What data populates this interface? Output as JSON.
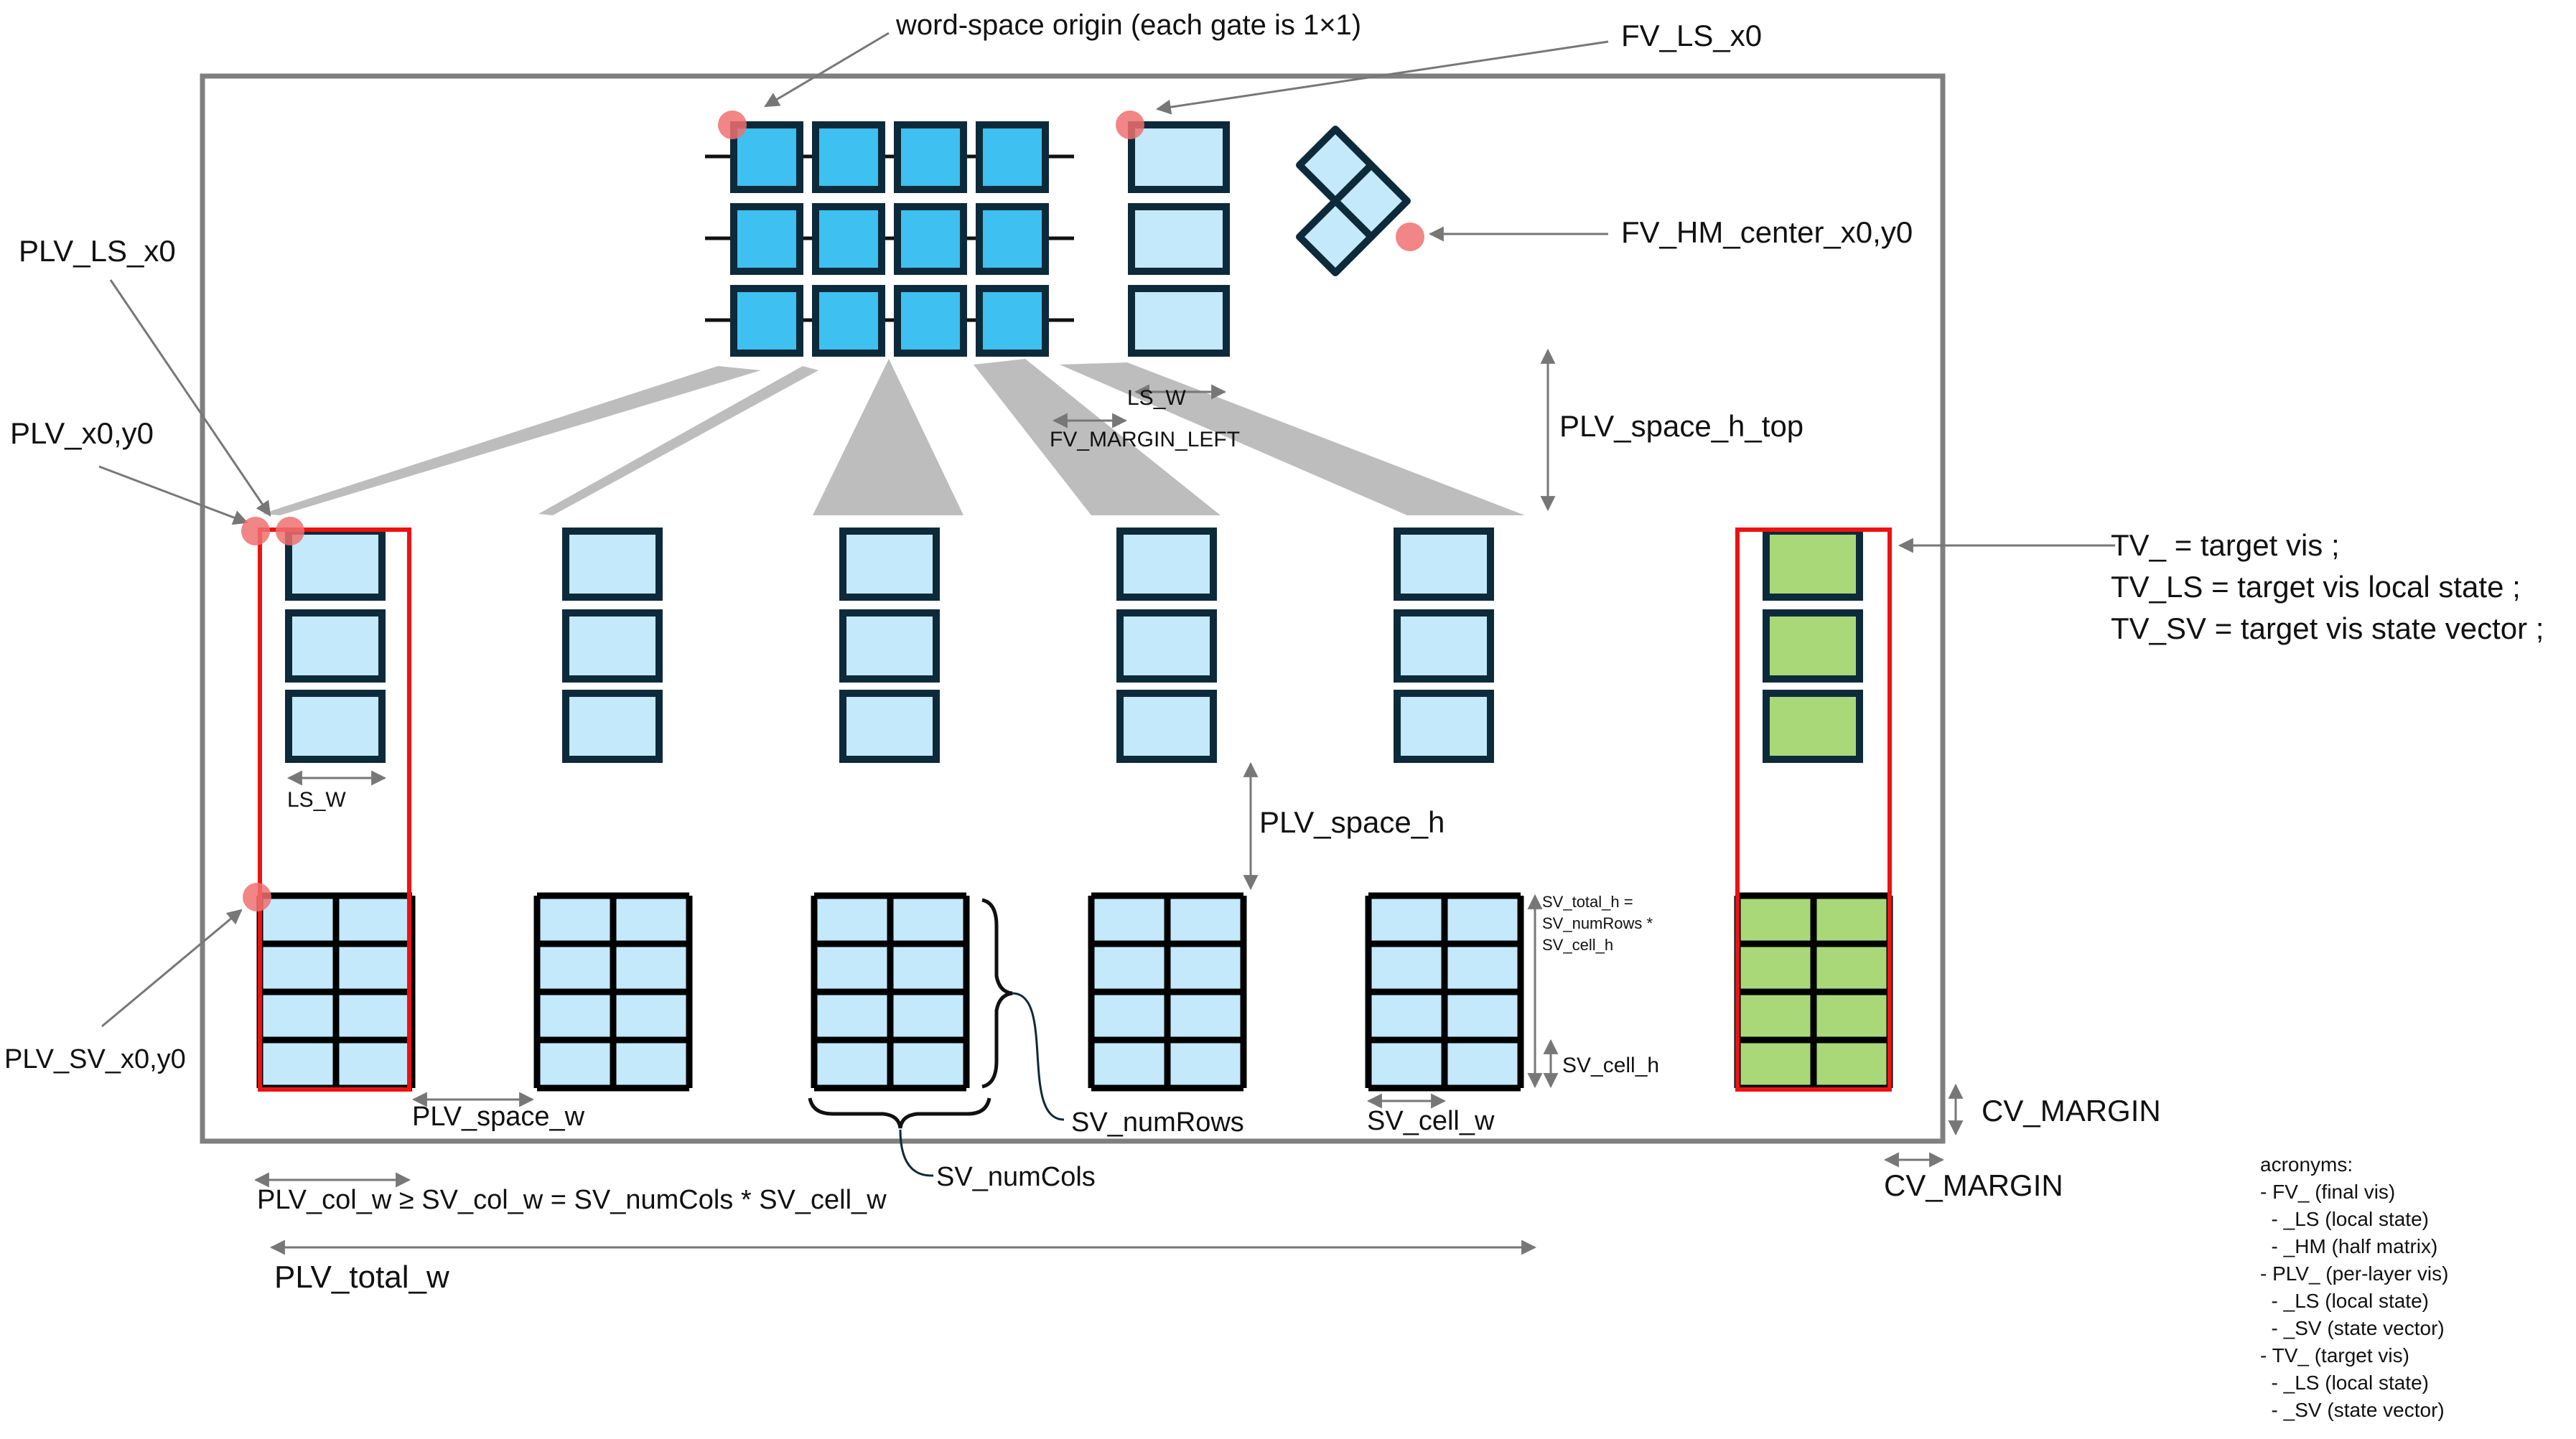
{
  "colors": {
    "canvas_border": "#7f7f7f",
    "word_gate": "#3ec0f0",
    "local_state": "#c3e9fb",
    "target": "#a8d878",
    "outline": "#0d2a3a",
    "grid_line": "#000000",
    "highlight": "#ee1111",
    "origin_dot": "#f07070",
    "funnel": "#bdbdbd",
    "arrow": "#777777"
  },
  "labels": {
    "word_space_origin": "word-space origin (each gate is 1×1)",
    "fv_ls_x0": "FV_LS_x0",
    "fv_hm_center": "FV_HM_center_x0,y0",
    "plv_ls_x0": "PLV_LS_x0",
    "plv_x0y0": "PLV_x0,y0",
    "ls_w_top": "LS_W",
    "fv_margin_left": "FV_MARGIN_LEFT",
    "plv_space_h_top": "PLV_space_h_top",
    "tv_line1": "TV_ = target vis ;",
    "tv_line2": "TV_LS = target vis local state ;",
    "tv_line3": "TV_SV = target vis state vector ;",
    "ls_w_left": "LS_W",
    "plv_space_h": "PLV_space_h",
    "sv_total_h_1": "SV_total_h =",
    "sv_total_h_2": "SV_numRows *",
    "sv_total_h_3": "SV_cell_h",
    "sv_cell_h": "SV_cell_h",
    "plv_sv_x0y0": "PLV_SV_x0,y0",
    "plv_space_w": "PLV_space_w",
    "sv_numrows": "SV_numRows",
    "sv_cell_w": "SV_cell_w",
    "cv_margin_v": "CV_MARGIN",
    "cv_margin_h": "CV_MARGIN",
    "sv_numcols": "SV_numCols",
    "plv_col_w": "PLV_col_w ≥ SV_col_w = SV_numCols * SV_cell_w",
    "plv_total_w": "PLV_total_w"
  },
  "acronyms": {
    "title": "acronyms:",
    "items": [
      "- FV_ (final vis)",
      "  - _LS (local state)",
      "  - _HM (half matrix)",
      "- PLV_ (per-layer vis)",
      "  - _LS (local state)",
      "  - _SV (state vector)",
      "- TV_ (target vis)",
      "  - _LS (local state)",
      "  - _SV (state vector)"
    ]
  }
}
